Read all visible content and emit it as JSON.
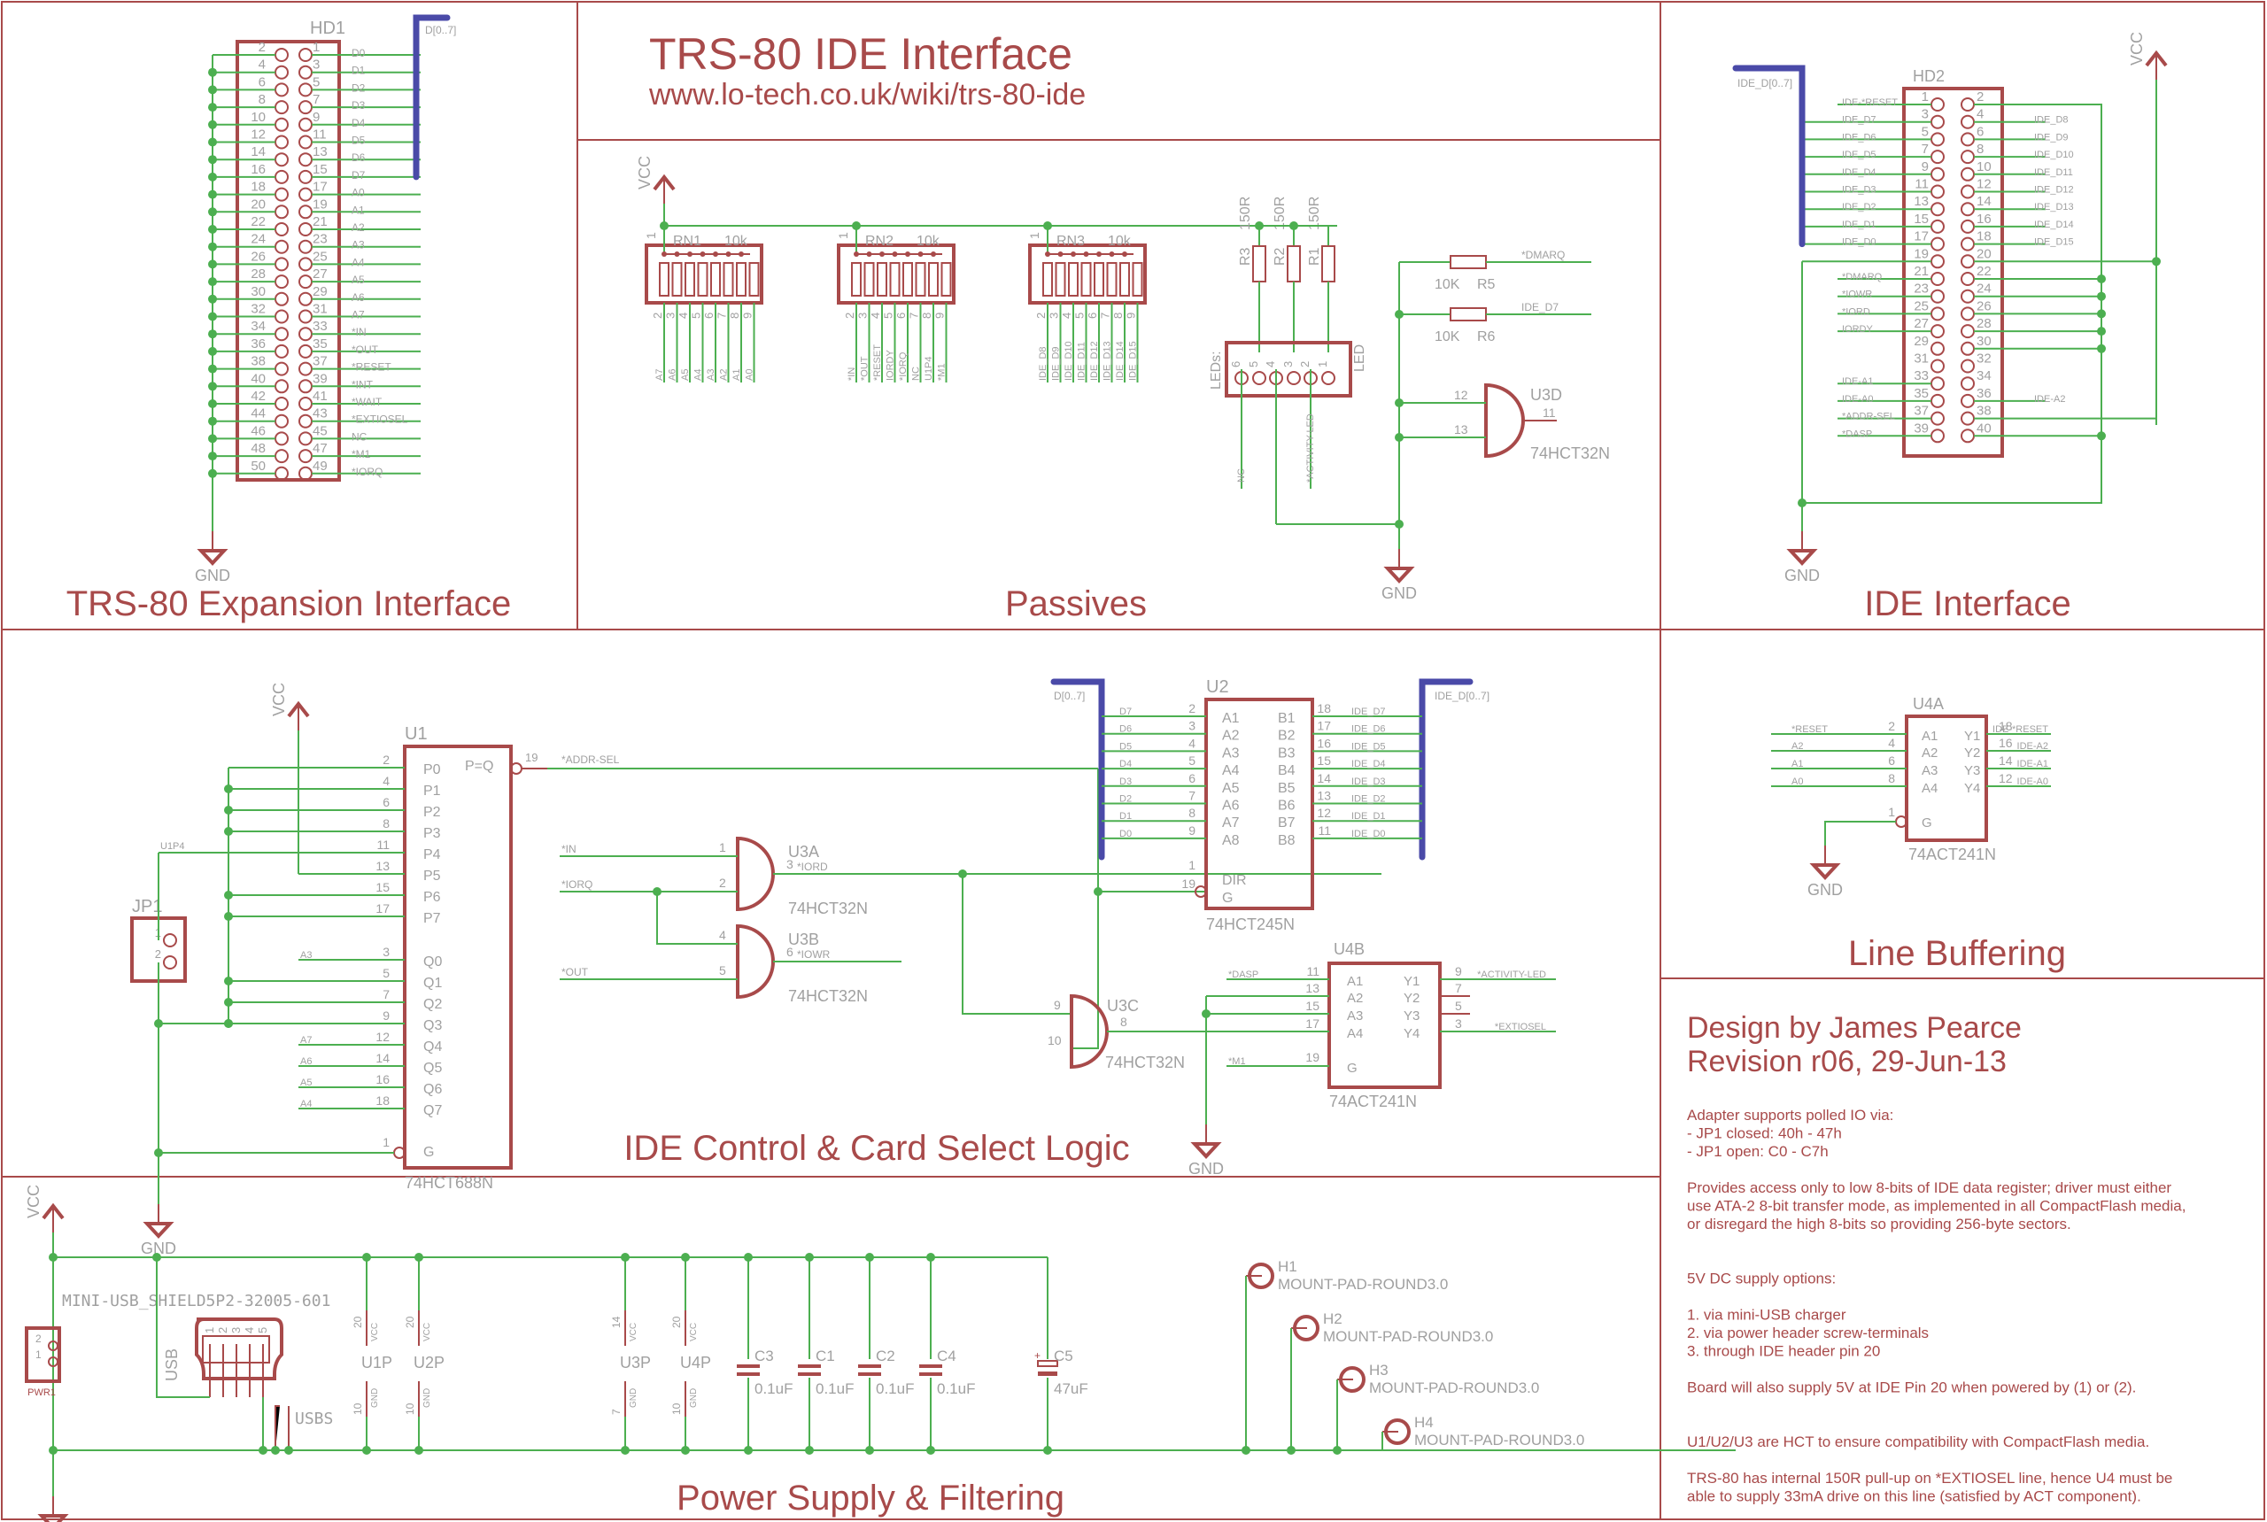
{
  "header": {
    "title": "TRS-80 IDE Interface",
    "url": "www.lo-tech.co.uk/wiki/trs-80-ide"
  },
  "sections": {
    "expansion": "TRS-80 Expansion Interface",
    "passives": "Passives",
    "ide": "IDE Interface",
    "control": "IDE Control & Card Select Logic",
    "buffering": "Line Buffering",
    "power": "Power Supply & Filtering"
  },
  "credits": {
    "designer": "Design by James Pearce",
    "revision": "Revision r06, 29-Jun-13"
  },
  "notes": [
    "Adapter supports polled IO via:",
    "- JP1 closed: 40h - 47h",
    "- JP1 open: C0 - C7h",
    "",
    "Provides access only to low 8-bits of IDE data register; driver must either",
    "use ATA-2 8-bit transfer mode, as implemented in all CompactFlash media,",
    "or disregard the high 8-bits so providing 256-byte sectors.",
    "",
    "",
    "5V DC supply options:",
    "",
    "1. via mini-USB charger",
    "2. via power header screw-terminals",
    "3. through IDE header pin 20",
    "",
    "Board will also supply 5V at IDE Pin 20 when powered by (1) or (2).",
    "",
    "",
    "U1/U2/U3 are HCT to ensure compatibility with CompactFlash media.",
    "",
    "TRS-80 has internal 150R pull-up on *EXTIOSEL line, hence U4 must be",
    "able to supply 33mA drive on this line (satisfied by ACT component)."
  ],
  "power_labels": {
    "vcc": "VCC",
    "gnd": "GND"
  },
  "hd1": {
    "name": "HD1",
    "bus": "D[0..7]",
    "even_pins": [
      "2",
      "4",
      "6",
      "8",
      "10",
      "12",
      "14",
      "16",
      "18",
      "20",
      "22",
      "24",
      "26",
      "28",
      "30",
      "32",
      "34",
      "36",
      "38",
      "40",
      "42",
      "44",
      "46",
      "48",
      "50"
    ],
    "odd_pins": [
      "1",
      "3",
      "5",
      "7",
      "9",
      "11",
      "13",
      "15",
      "17",
      "19",
      "21",
      "23",
      "25",
      "27",
      "29",
      "31",
      "33",
      "35",
      "37",
      "39",
      "41",
      "43",
      "45",
      "47",
      "49"
    ],
    "signals": [
      "D0",
      "D1",
      "D2",
      "D3",
      "D4",
      "D5",
      "D6",
      "D7",
      "A0",
      "A1",
      "A2",
      "A3",
      "A4",
      "A5",
      "A6",
      "A7",
      "*IN",
      "*OUT",
      "*RESET",
      "*INT",
      "*WAIT",
      "*EXTIOSEL",
      "NC",
      "*M1",
      "*IORQ"
    ]
  },
  "resnets": [
    {
      "name": "RN1",
      "value": "10k",
      "pin1": "1",
      "pins": [
        "2",
        "3",
        "4",
        "5",
        "6",
        "7",
        "8",
        "9"
      ],
      "nets": [
        "A7",
        "A6",
        "A5",
        "A4",
        "A3",
        "A2",
        "A1",
        "A0"
      ]
    },
    {
      "name": "RN2",
      "value": "10k",
      "pin1": "1",
      "pins": [
        "2",
        "3",
        "4",
        "5",
        "6",
        "7",
        "8",
        "9"
      ],
      "nets": [
        "*IN",
        "*OUT",
        "*RESET",
        "IORDY",
        "*IORQ",
        "NC",
        "U1P4",
        "*M1"
      ]
    },
    {
      "name": "RN3",
      "value": "10k",
      "pin1": "1",
      "pins": [
        "2",
        "3",
        "4",
        "5",
        "6",
        "7",
        "8",
        "9"
      ],
      "nets": [
        "IDE_D8",
        "IDE_D9",
        "IDE_D10",
        "IDE_D11",
        "IDE_D12",
        "IDE_D13",
        "IDE_D14",
        "IDE_D15"
      ]
    }
  ],
  "led_resistors": [
    {
      "name": "R3",
      "value": "150R"
    },
    {
      "name": "R2",
      "value": "150R"
    },
    {
      "name": "R1",
      "value": "150R"
    }
  ],
  "led_header": {
    "name": "LEDs:",
    "value": "LED",
    "pins": [
      "6",
      "5",
      "4",
      "3",
      "2",
      "1"
    ],
    "nets": {
      "nc": "NC",
      "activity": "*ACTIVITY-LED"
    }
  },
  "pullups": [
    {
      "name": "R5",
      "value": "10K",
      "net": "*DMARQ"
    },
    {
      "name": "R6",
      "value": "10K",
      "net": "IDE_D7"
    }
  ],
  "u3d": {
    "name": "U3D",
    "part": "74HCT32N",
    "in1": "12",
    "in2": "13",
    "out": "11"
  },
  "hd2": {
    "name": "HD2",
    "bus": "IDE_D[0..7]",
    "odd_pins": [
      "1",
      "3",
      "5",
      "7",
      "9",
      "11",
      "13",
      "15",
      "17",
      "19",
      "21",
      "23",
      "25",
      "27",
      "29",
      "31",
      "33",
      "35",
      "37",
      "39"
    ],
    "even_pins": [
      "2",
      "4",
      "6",
      "8",
      "10",
      "12",
      "14",
      "16",
      "18",
      "20",
      "22",
      "24",
      "26",
      "28",
      "30",
      "32",
      "34",
      "36",
      "38",
      "40"
    ],
    "left_nets": [
      "IDE-*RESET",
      "IDE_D7",
      "IDE_D6",
      "IDE_D5",
      "IDE_D4",
      "IDE_D3",
      "IDE_D2",
      "IDE_D1",
      "IDE_D0",
      "",
      "*DMARQ",
      "*IOWR",
      "*IORD",
      "IORDY",
      "",
      "",
      "IDE-A1",
      "IDE-A0",
      "*ADDR-SEL",
      "*DASP"
    ],
    "right_nets": [
      "",
      "IDE_D8",
      "IDE_D9",
      "IDE_D10",
      "IDE_D11",
      "IDE_D12",
      "IDE_D13",
      "IDE_D14",
      "IDE_D15",
      "",
      "",
      "",
      "",
      "",
      "",
      "",
      "",
      "IDE-A2",
      "",
      ""
    ]
  },
  "u1": {
    "name": "U1",
    "part": "74HCT688N",
    "out_label": "P=Q",
    "out_pin": "19",
    "out_net": "*ADDR-SEL",
    "p_pins": [
      {
        "pin": "2",
        "label": "P0"
      },
      {
        "pin": "4",
        "label": "P1"
      },
      {
        "pin": "6",
        "label": "P2"
      },
      {
        "pin": "8",
        "label": "P3"
      },
      {
        "pin": "11",
        "label": "P4"
      },
      {
        "pin": "13",
        "label": "P5"
      },
      {
        "pin": "15",
        "label": "P6"
      },
      {
        "pin": "17",
        "label": "P7"
      }
    ],
    "q_pins": [
      {
        "pin": "3",
        "label": "Q0",
        "net": "A3"
      },
      {
        "pin": "5",
        "label": "Q1",
        "net": ""
      },
      {
        "pin": "7",
        "label": "Q2",
        "net": ""
      },
      {
        "pin": "9",
        "label": "Q3",
        "net": ""
      },
      {
        "pin": "12",
        "label": "Q4",
        "net": "A7"
      },
      {
        "pin": "14",
        "label": "Q5",
        "net": "A6"
      },
      {
        "pin": "16",
        "label": "Q6",
        "net": "A5"
      },
      {
        "pin": "18",
        "label": "Q7",
        "net": "A4"
      }
    ],
    "g_pin": "1",
    "g_label": "G",
    "p4_net": "U1P4"
  },
  "jp1": {
    "name": "JP1",
    "pins": [
      "1",
      "2"
    ]
  },
  "u3a": {
    "name": "U3A",
    "part": "74HCT32N",
    "in1": "1",
    "in2": "2",
    "out": "3",
    "in1_net": "*IN",
    "in2_net": "*IORQ",
    "out_net": "*IORD"
  },
  "u3b": {
    "name": "U3B",
    "part": "74HCT32N",
    "in1": "4",
    "in2": "5",
    "out": "6",
    "in2_net": "*OUT",
    "out_net": "*IOWR"
  },
  "u3c": {
    "name": "U3C",
    "part": "74HCT32N",
    "in1": "9",
    "in2": "10",
    "out": "8"
  },
  "u2": {
    "name": "U2",
    "part": "74HCT245N",
    "left_bus": "D[0..7]",
    "right_bus": "IDE_D[0..7]",
    "a": [
      {
        "pin": "2",
        "label": "A1",
        "net": "D7"
      },
      {
        "pin": "3",
        "label": "A2",
        "net": "D6"
      },
      {
        "pin": "4",
        "label": "A3",
        "net": "D5"
      },
      {
        "pin": "5",
        "label": "A4",
        "net": "D4"
      },
      {
        "pin": "6",
        "label": "A5",
        "net": "D3"
      },
      {
        "pin": "7",
        "label": "A6",
        "net": "D2"
      },
      {
        "pin": "8",
        "label": "A7",
        "net": "D1"
      },
      {
        "pin": "9",
        "label": "A8",
        "net": "D0"
      }
    ],
    "b": [
      {
        "pin": "18",
        "label": "B1",
        "net": "IDE_D7"
      },
      {
        "pin": "17",
        "label": "B2",
        "net": "IDE_D6"
      },
      {
        "pin": "16",
        "label": "B3",
        "net": "IDE_D5"
      },
      {
        "pin": "15",
        "label": "B4",
        "net": "IDE_D4"
      },
      {
        "pin": "14",
        "label": "B5",
        "net": "IDE_D3"
      },
      {
        "pin": "13",
        "label": "B6",
        "net": "IDE_D2"
      },
      {
        "pin": "12",
        "label": "B7",
        "net": "IDE_D1"
      },
      {
        "pin": "11",
        "label": "B8",
        "net": "IDE_D0"
      }
    ],
    "dir": {
      "pin": "1",
      "label": "DIR"
    },
    "g": {
      "pin": "19",
      "label": "G"
    }
  },
  "u4b": {
    "name": "U4B",
    "part": "74ACT241N",
    "a": [
      {
        "pin": "11",
        "label": "A1",
        "net": "*DASP"
      },
      {
        "pin": "13",
        "label": "A2",
        "net": ""
      },
      {
        "pin": "15",
        "label": "A3",
        "net": ""
      },
      {
        "pin": "17",
        "label": "A4",
        "net": ""
      }
    ],
    "y": [
      {
        "pin": "9",
        "label": "Y1",
        "net": "*ACTIVITY-LED"
      },
      {
        "pin": "7",
        "label": "Y2",
        "net": ""
      },
      {
        "pin": "5",
        "label": "Y3",
        "net": ""
      },
      {
        "pin": "3",
        "label": "Y4",
        "net": "*EXTIOSEL"
      }
    ],
    "g": {
      "pin": "19",
      "label": "G",
      "net": "*M1"
    }
  },
  "u4a": {
    "name": "U4A",
    "part": "74ACT241N",
    "a": [
      {
        "pin": "2",
        "label": "A1",
        "net": "*RESET"
      },
      {
        "pin": "4",
        "label": "A2",
        "net": "A2"
      },
      {
        "pin": "6",
        "label": "A3",
        "net": "A1"
      },
      {
        "pin": "8",
        "label": "A4",
        "net": "A0"
      }
    ],
    "y": [
      {
        "pin": "18",
        "label": "Y1",
        "net": "IDE-*RESET"
      },
      {
        "pin": "16",
        "label": "Y2",
        "net": "IDE-A2"
      },
      {
        "pin": "14",
        "label": "Y3",
        "net": "IDE-A1"
      },
      {
        "pin": "12",
        "label": "Y4",
        "net": "IDE-A0"
      }
    ],
    "g": {
      "pin": "1",
      "label": "G"
    }
  },
  "psu": {
    "pwr": {
      "name": "PWR1",
      "pins": [
        "2",
        "1"
      ]
    },
    "usb": {
      "part": "MINI-USB_SHIELD5P2-32005-601",
      "name": "USB",
      "pins": [
        "1",
        "2",
        "3",
        "4",
        "5"
      ],
      "shield": "USBS"
    },
    "ic_power": [
      {
        "name": "U1P",
        "vcc_pin": "20",
        "gnd_pin": "10"
      },
      {
        "name": "U2P",
        "vcc_pin": "20",
        "gnd_pin": "10"
      },
      {
        "name": "U3P",
        "vcc_pin": "14",
        "gnd_pin": "7"
      },
      {
        "name": "U4P",
        "vcc_pin": "20",
        "gnd_pin": "10"
      }
    ],
    "ic_power_labels": {
      "vcc": "VCC",
      "gnd": "GND"
    },
    "caps": [
      {
        "name": "C3",
        "value": "0.1uF",
        "polarized": false
      },
      {
        "name": "C1",
        "value": "0.1uF",
        "polarized": false
      },
      {
        "name": "C2",
        "value": "0.1uF",
        "polarized": false
      },
      {
        "name": "C4",
        "value": "0.1uF",
        "polarized": false
      },
      {
        "name": "C5",
        "value": "47uF",
        "polarized": true
      }
    ],
    "mounts": [
      {
        "name": "H1",
        "part": "MOUNT-PAD-ROUND3.0"
      },
      {
        "name": "H2",
        "part": "MOUNT-PAD-ROUND3.0"
      },
      {
        "name": "H3",
        "part": "MOUNT-PAD-ROUND3.0"
      },
      {
        "name": "H4",
        "part": "MOUNT-PAD-ROUND3.0"
      }
    ]
  }
}
